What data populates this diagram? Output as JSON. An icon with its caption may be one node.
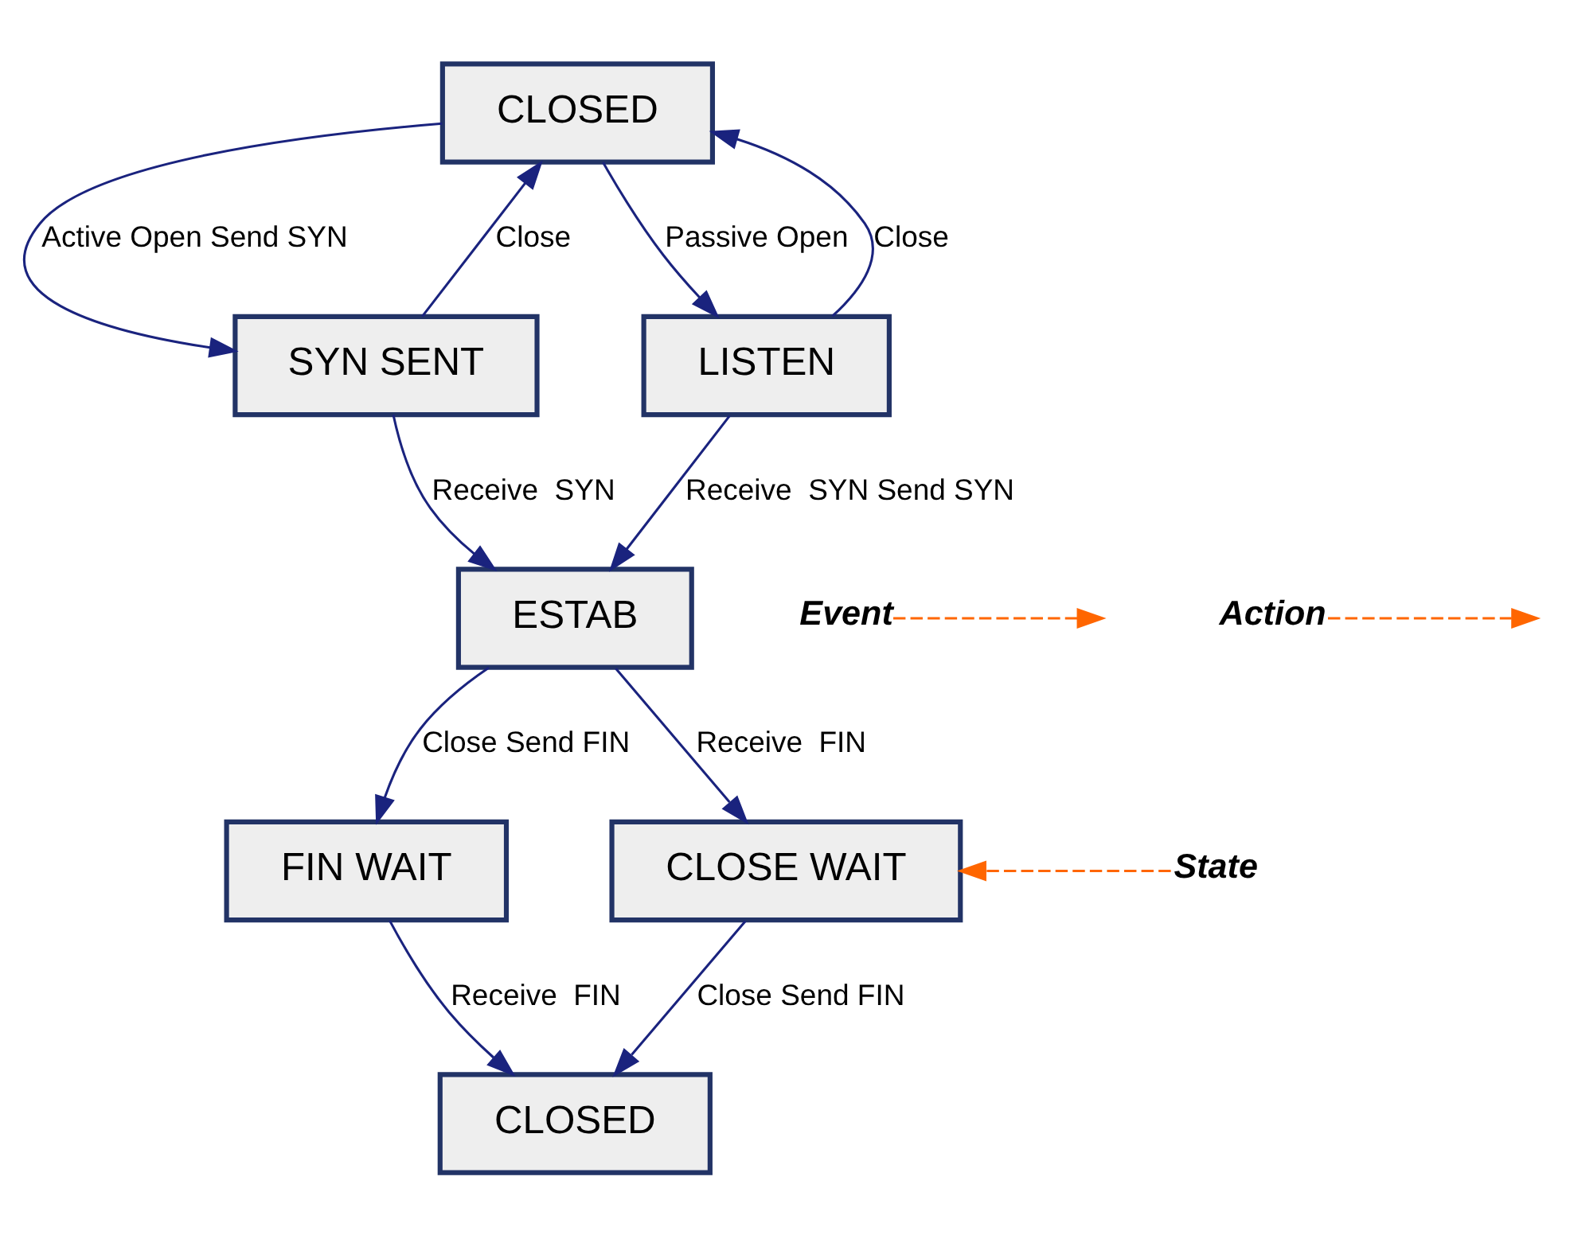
{
  "diagram": {
    "nodes": [
      {
        "text": [
          "CLOSED"
        ]
      },
      {
        "text": [
          "SYN SENT"
        ]
      },
      {
        "text": [
          "LISTEN"
        ]
      },
      {
        "text": [
          "ESTAB"
        ]
      },
      {
        "text": [
          "FIN WAIT"
        ]
      },
      {
        "text": [
          "CLOSE WAIT"
        ]
      },
      {
        "text": [
          "CLOSED"
        ]
      },
      {
        "text": [
          "Event"
        ]
      },
      {
        "text": [
          "Action"
        ]
      },
      {
        "text": [
          "State"
        ]
      }
    ],
    "edges": [
      {
        "from": 0,
        "to": 1,
        "arrow": "to",
        "label": "Active Open Send SYN"
      },
      {
        "from": 0,
        "to": 2,
        "arrow": "to",
        "label": "Passive Open"
      },
      {
        "from": 1,
        "to": 0,
        "arrow": "to",
        "label": "Close"
      },
      {
        "from": 2,
        "to": 0,
        "arrow": "to",
        "label": "Close"
      },
      {
        "from": 1,
        "to": 3,
        "arrow": "to",
        "label": "Receive  SYN"
      },
      {
        "from": 2,
        "to": 3,
        "arrow": "to",
        "label": "Receive  SYN Send SYN"
      },
      {
        "from": 3,
        "to": 4,
        "arrow": "to",
        "label": "Close Send FIN"
      },
      {
        "from": 3,
        "to": 5,
        "arrow": "to",
        "label": "Receive  FIN"
      },
      {
        "from": 4,
        "to": 6,
        "arrow": "to",
        "label": "Receive  FIN"
      },
      {
        "from": 5,
        "to": 6,
        "arrow": "to",
        "label": "Close Send FIN"
      },
      {
        "from": 7,
        "to": null,
        "arrow": "to",
        "style": "dashed",
        "color": "#ff6600"
      },
      {
        "from": 8,
        "to": null,
        "arrow": "to",
        "style": "dashed",
        "color": "#ff6600"
      },
      {
        "from": 9,
        "to": 5,
        "arrow": "to",
        "style": "dashed",
        "color": "#ff6600"
      }
    ]
  }
}
